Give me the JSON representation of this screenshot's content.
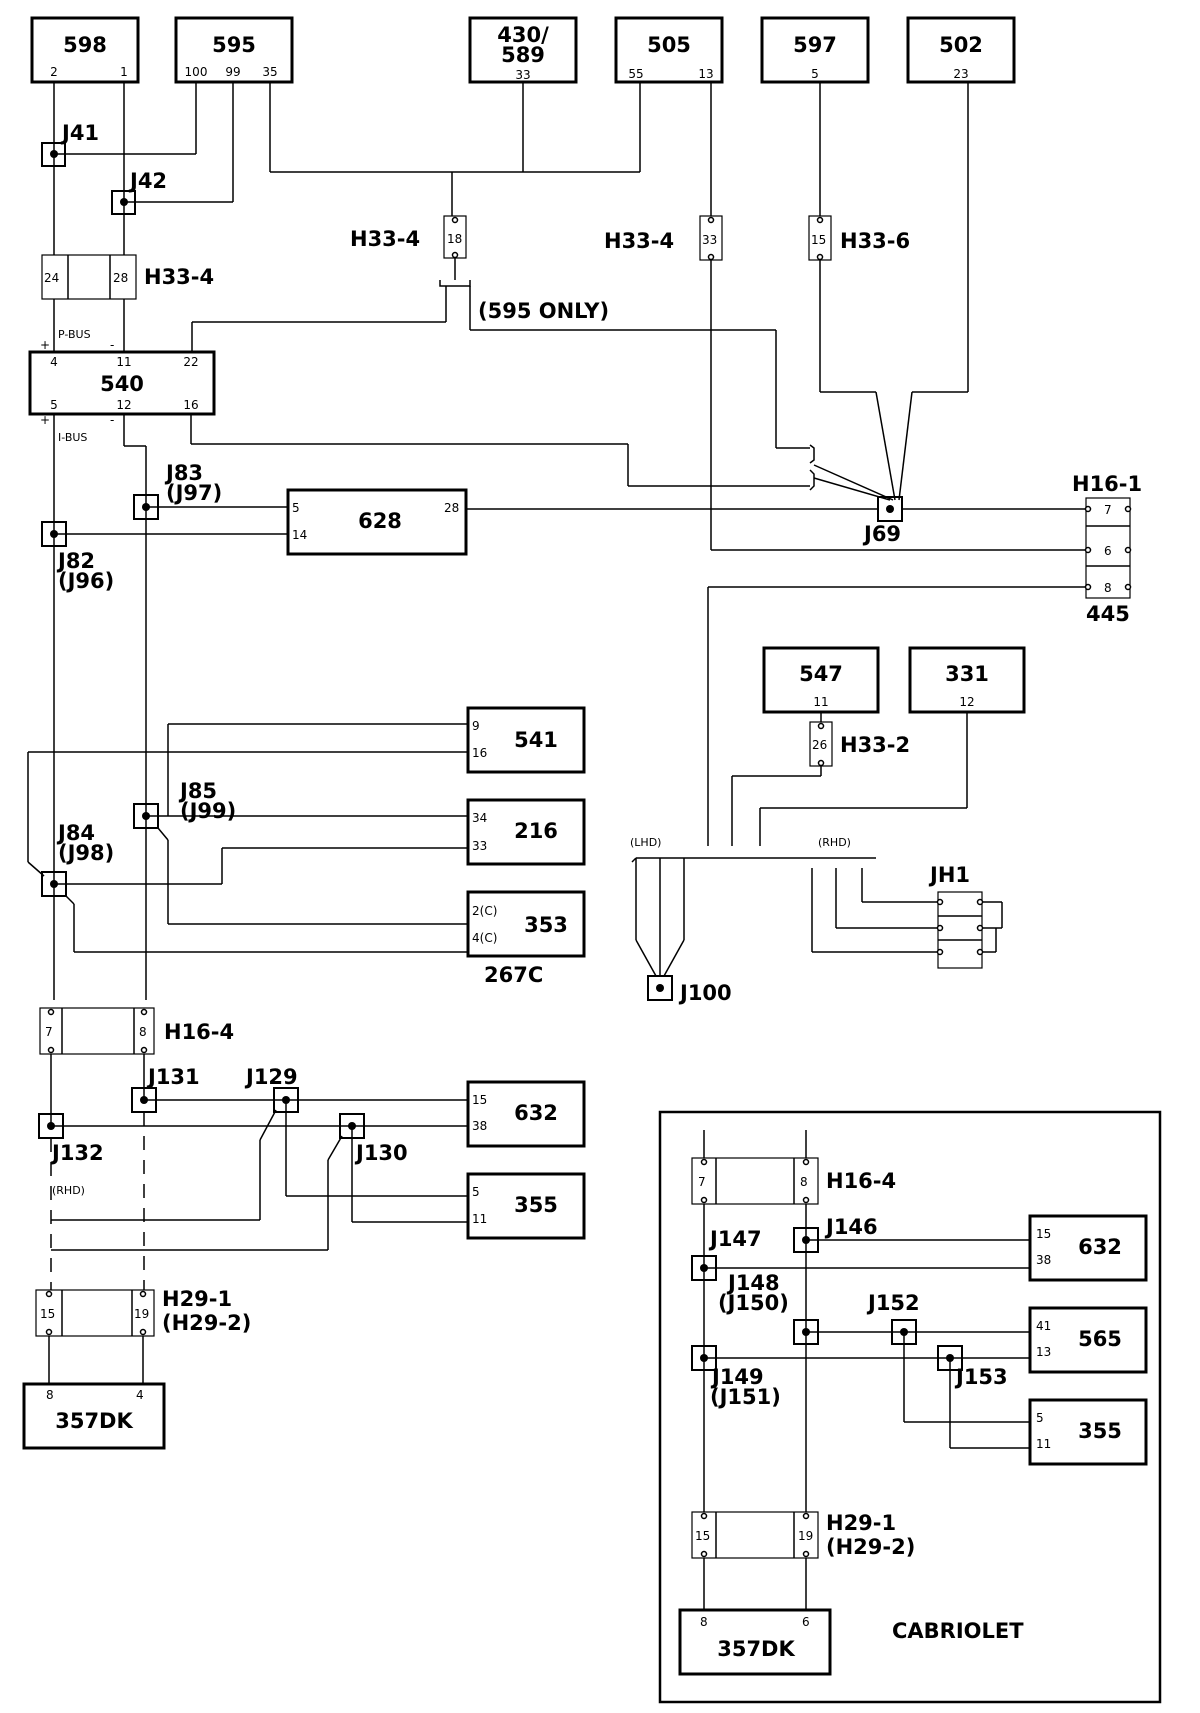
{
  "modules": [
    {
      "id": "598",
      "pins": [
        "2",
        "1"
      ]
    },
    {
      "id": "595",
      "pins": [
        "100",
        "99",
        "35"
      ]
    },
    {
      "id": "430/589",
      "line1": "430/",
      "line2": "589",
      "pins": [
        "33"
      ]
    },
    {
      "id": "505",
      "pins": [
        "55",
        "13"
      ]
    },
    {
      "id": "597",
      "pins": [
        "5"
      ]
    },
    {
      "id": "502",
      "pins": [
        "23"
      ]
    },
    {
      "id": "540",
      "pins_top": [
        "4",
        "11",
        "22"
      ],
      "pins_bottom": [
        "5",
        "12",
        "16"
      ]
    },
    {
      "id": "628",
      "pins": [
        "5",
        "14",
        "28"
      ]
    },
    {
      "id": "547",
      "pins": [
        "11"
      ]
    },
    {
      "id": "331",
      "pins": [
        "12"
      ]
    },
    {
      "id": "541",
      "pins": [
        "9",
        "16"
      ]
    },
    {
      "id": "216",
      "pins": [
        "34",
        "33"
      ]
    },
    {
      "id": "353",
      "pins": [
        "2(C)",
        "4(C)"
      ]
    },
    {
      "id": "632",
      "pins": [
        "15",
        "38"
      ]
    },
    {
      "id": "355",
      "pins": [
        "5",
        "11"
      ]
    },
    {
      "id": "357DK",
      "pins": [
        "8",
        "4"
      ]
    },
    {
      "id": "632-cab",
      "label": "632",
      "pins": [
        "15",
        "38"
      ]
    },
    {
      "id": "565",
      "pins": [
        "41",
        "13"
      ]
    },
    {
      "id": "355-cab",
      "label": "355",
      "pins": [
        "5",
        "11"
      ]
    },
    {
      "id": "357DK-cab",
      "label": "357DK",
      "pins": [
        "8",
        "6"
      ]
    }
  ],
  "splices": [
    "J41",
    "J42",
    "J83",
    "(J97)",
    "J82",
    "(J96)",
    "J69",
    "J85",
    "(J99)",
    "J84",
    "(J98)",
    "J100",
    "J131",
    "J129",
    "J132",
    "J130",
    "J147",
    "J146",
    "J148",
    "(J150)",
    "J152",
    "J149",
    "(J151)",
    "J153",
    "JH1"
  ],
  "connectors": {
    "h33_4_left": {
      "label": "H33-4",
      "pins": [
        "24",
        "28"
      ]
    },
    "h33_4_mid": {
      "label": "H33-4",
      "pin": "18"
    },
    "h33_4_right": {
      "label": "H33-4",
      "pin": "33"
    },
    "h33_6": {
      "label": "H33-6",
      "pin": "15"
    },
    "h33_2": {
      "label": "H33-2",
      "pin": "26"
    },
    "h16_1": {
      "label": "H16-1",
      "pins": [
        "7",
        "6",
        "8"
      ],
      "sub": "445"
    },
    "h16_4": {
      "label": "H16-4",
      "pins": [
        "7",
        "8"
      ]
    },
    "h29_1": {
      "label": "H29-1",
      "sub": "(H29-2)",
      "pins": [
        "15",
        "19"
      ]
    },
    "h16_4_cab": {
      "label": "H16-4",
      "pins": [
        "7",
        "8"
      ]
    },
    "h29_1_cab": {
      "label": "H29-1",
      "sub": "(H29-2)",
      "pins": [
        "15",
        "19"
      ]
    }
  },
  "texts": {
    "p_bus": "P-BUS",
    "i_bus": "I-BUS",
    "plus": "+",
    "minus": "-",
    "only595": "(595 ONLY)",
    "lhd": "(LHD)",
    "rhd": "(RHD)",
    "rhd2": "(RHD)",
    "c267": "267C",
    "cabriolet": "CABRIOLET"
  }
}
